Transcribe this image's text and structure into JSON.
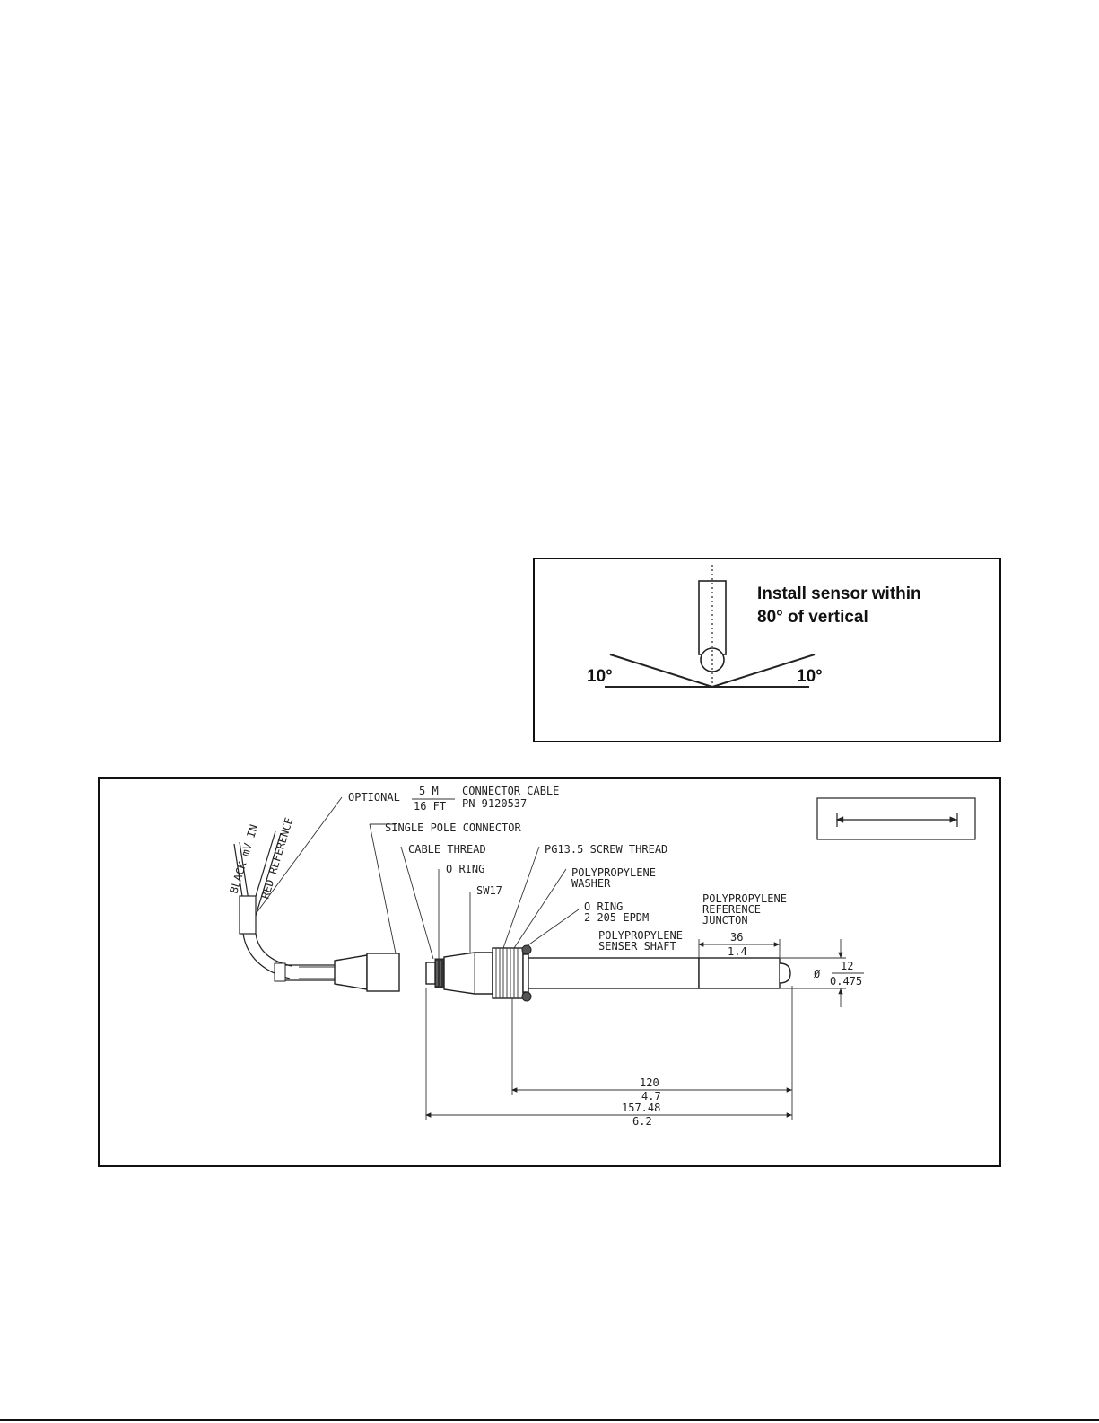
{
  "install_diagram": {
    "instruction_line1": "Install sensor within",
    "instruction_line2": "80° of vertical",
    "angle_left": "10°",
    "angle_right": "10°"
  },
  "sensor_drawing": {
    "callouts": {
      "optional": "OPTIONAL",
      "cable_len_metric": "5 M",
      "cable_len_imperial": "16 FT",
      "connector_cable": "CONNECTOR CABLE",
      "part_number": "PN 9120537",
      "single_pole_connector": "SINGLE POLE CONNECTOR",
      "cable_thread": "CABLE THREAD",
      "o_ring_1": "O RING",
      "sw17": "SW17",
      "pg_thread": "PG13.5 SCREW THREAD",
      "washer_line1": "POLYPROPYLENE",
      "washer_line2": "WASHER",
      "o_ring_2_line1": "O RING",
      "o_ring_2_line2": "2-205 EPDM",
      "ref_junction_line1": "POLYPROPYLENE",
      "ref_junction_line2": "REFERENCE",
      "ref_junction_line3": "JUNCTON",
      "shaft_line1": "POLYPROPYLENE",
      "shaft_line2": "SENSER SHAFT",
      "wire_black": "BLACK mV IN",
      "wire_red": "RED REFERENCE"
    },
    "dimensions": {
      "junction_mm": "36",
      "junction_in": "1.4",
      "diameter_symbol": "Ø",
      "diameter_mm": "12",
      "diameter_in": "0.475",
      "insertion_mm": "120",
      "insertion_in": "4.7",
      "overall_mm": "157.48",
      "overall_in": "6.2"
    }
  }
}
